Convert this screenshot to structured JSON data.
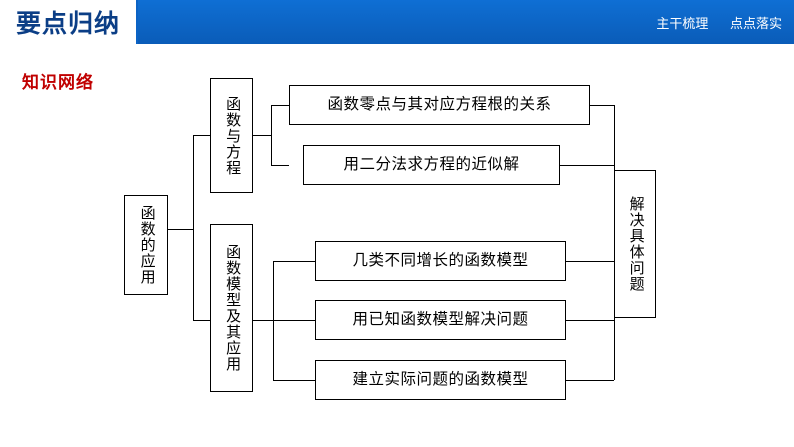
{
  "header": {
    "title": "要点归纳",
    "right_items": [
      "主干梳理",
      "点点落实"
    ],
    "bar_color": "#0b63c5",
    "title_color": "#0b3e86"
  },
  "section": {
    "label": "知识网络",
    "label_color": "#c00000"
  },
  "diagram": {
    "root": "函数的应用",
    "branches": [
      {
        "title": "函数与方程",
        "items": [
          "函数零点与其对应方程根的关系",
          "用二分法求方程的近似解"
        ]
      },
      {
        "title": "函数模型及其应用",
        "items": [
          "几类不同增长的函数模型",
          "用已知函数模型解决问题",
          "建立实际问题的函数模型"
        ]
      }
    ],
    "result": "解决具体问题"
  }
}
